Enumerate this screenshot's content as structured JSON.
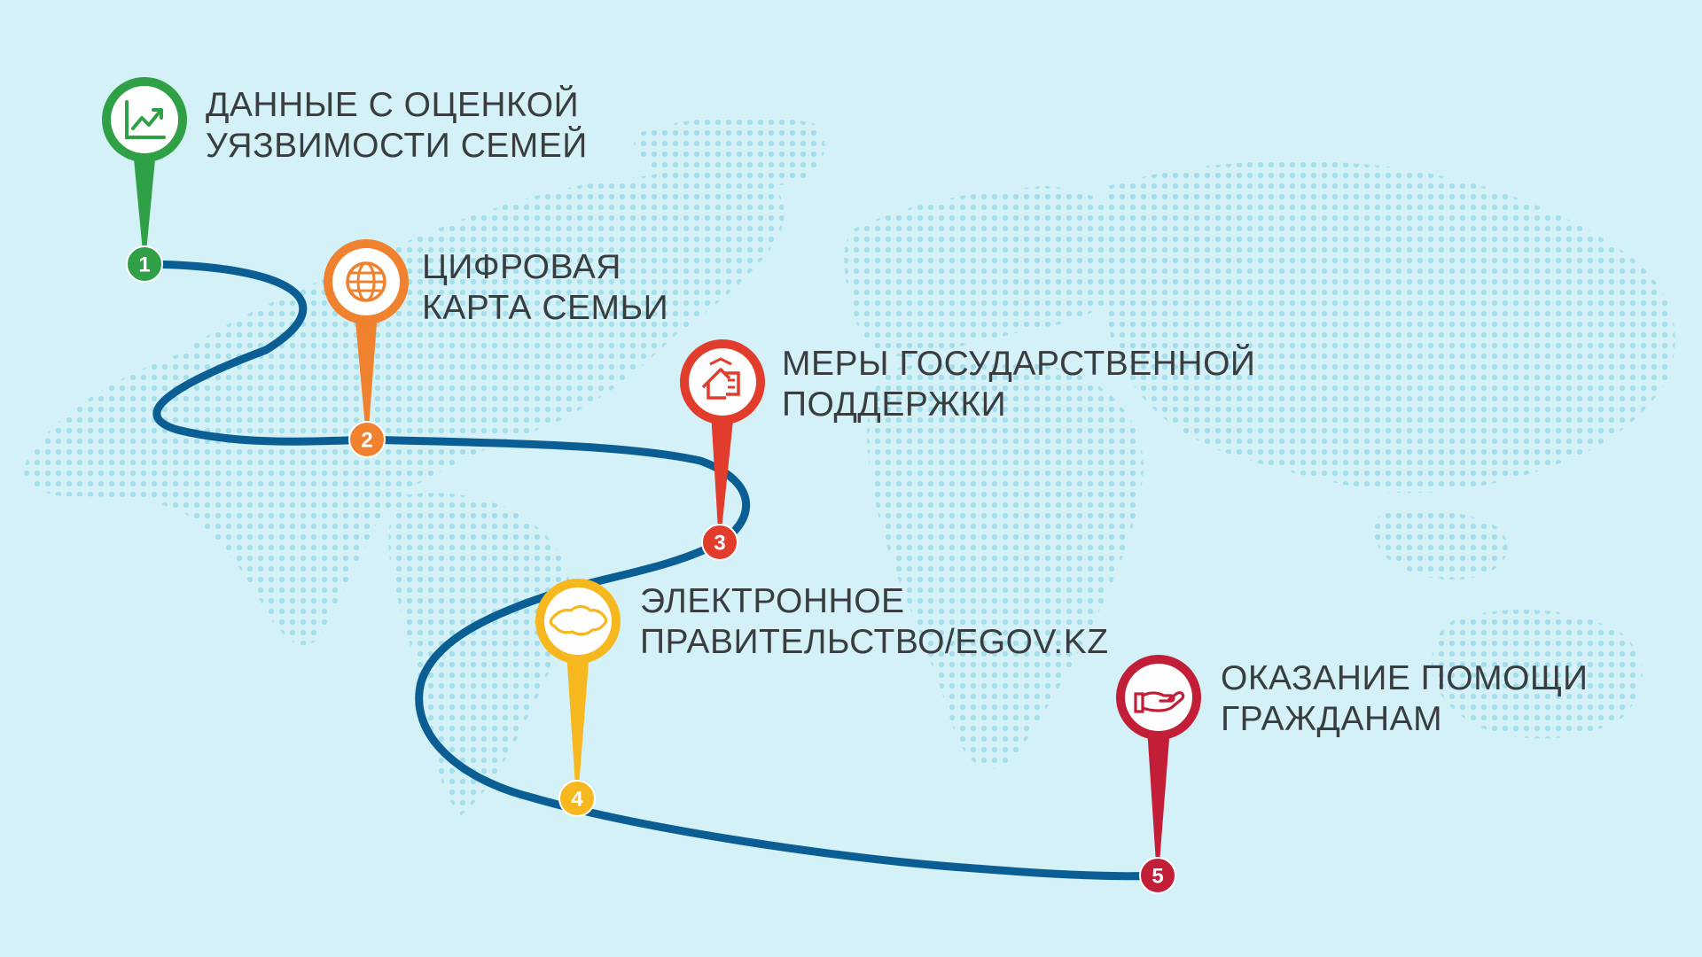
{
  "colors": {
    "background": "#d3f1f6",
    "map_dots": "#9fdde9",
    "path": "#0b5e93",
    "text": "#3a3d40"
  },
  "steps": [
    {
      "number": "1",
      "color": "#2fa045",
      "icon": "chart-growth-icon",
      "line1": "ДАННЫЕ С ОЦЕНКОЙ",
      "line2": "УЯЗВИМОСТИ СЕМЕЙ"
    },
    {
      "number": "2",
      "color": "#f0812e",
      "icon": "globe-icon",
      "line1": "ЦИФРОВАЯ",
      "line2": "КАРТА СЕМЬИ"
    },
    {
      "number": "3",
      "color": "#e23c2d",
      "icon": "house-support-icon",
      "line1": "МЕРЫ ГОСУДАРСТВЕННОЙ",
      "line2": "ПОДДЕРЖКИ"
    },
    {
      "number": "4",
      "color": "#f6b81e",
      "icon": "kazakhstan-map-icon",
      "line1": "ЭЛЕКТРОННОЕ",
      "line2": "ПРАВИТЕЛЬСТВО/EGOV.KZ"
    },
    {
      "number": "5",
      "color": "#c31e38",
      "icon": "helping-hand-icon",
      "line1": "ОКАЗАНИЕ ПОМОЩИ",
      "line2": "ГРАЖДАНАМ"
    }
  ]
}
